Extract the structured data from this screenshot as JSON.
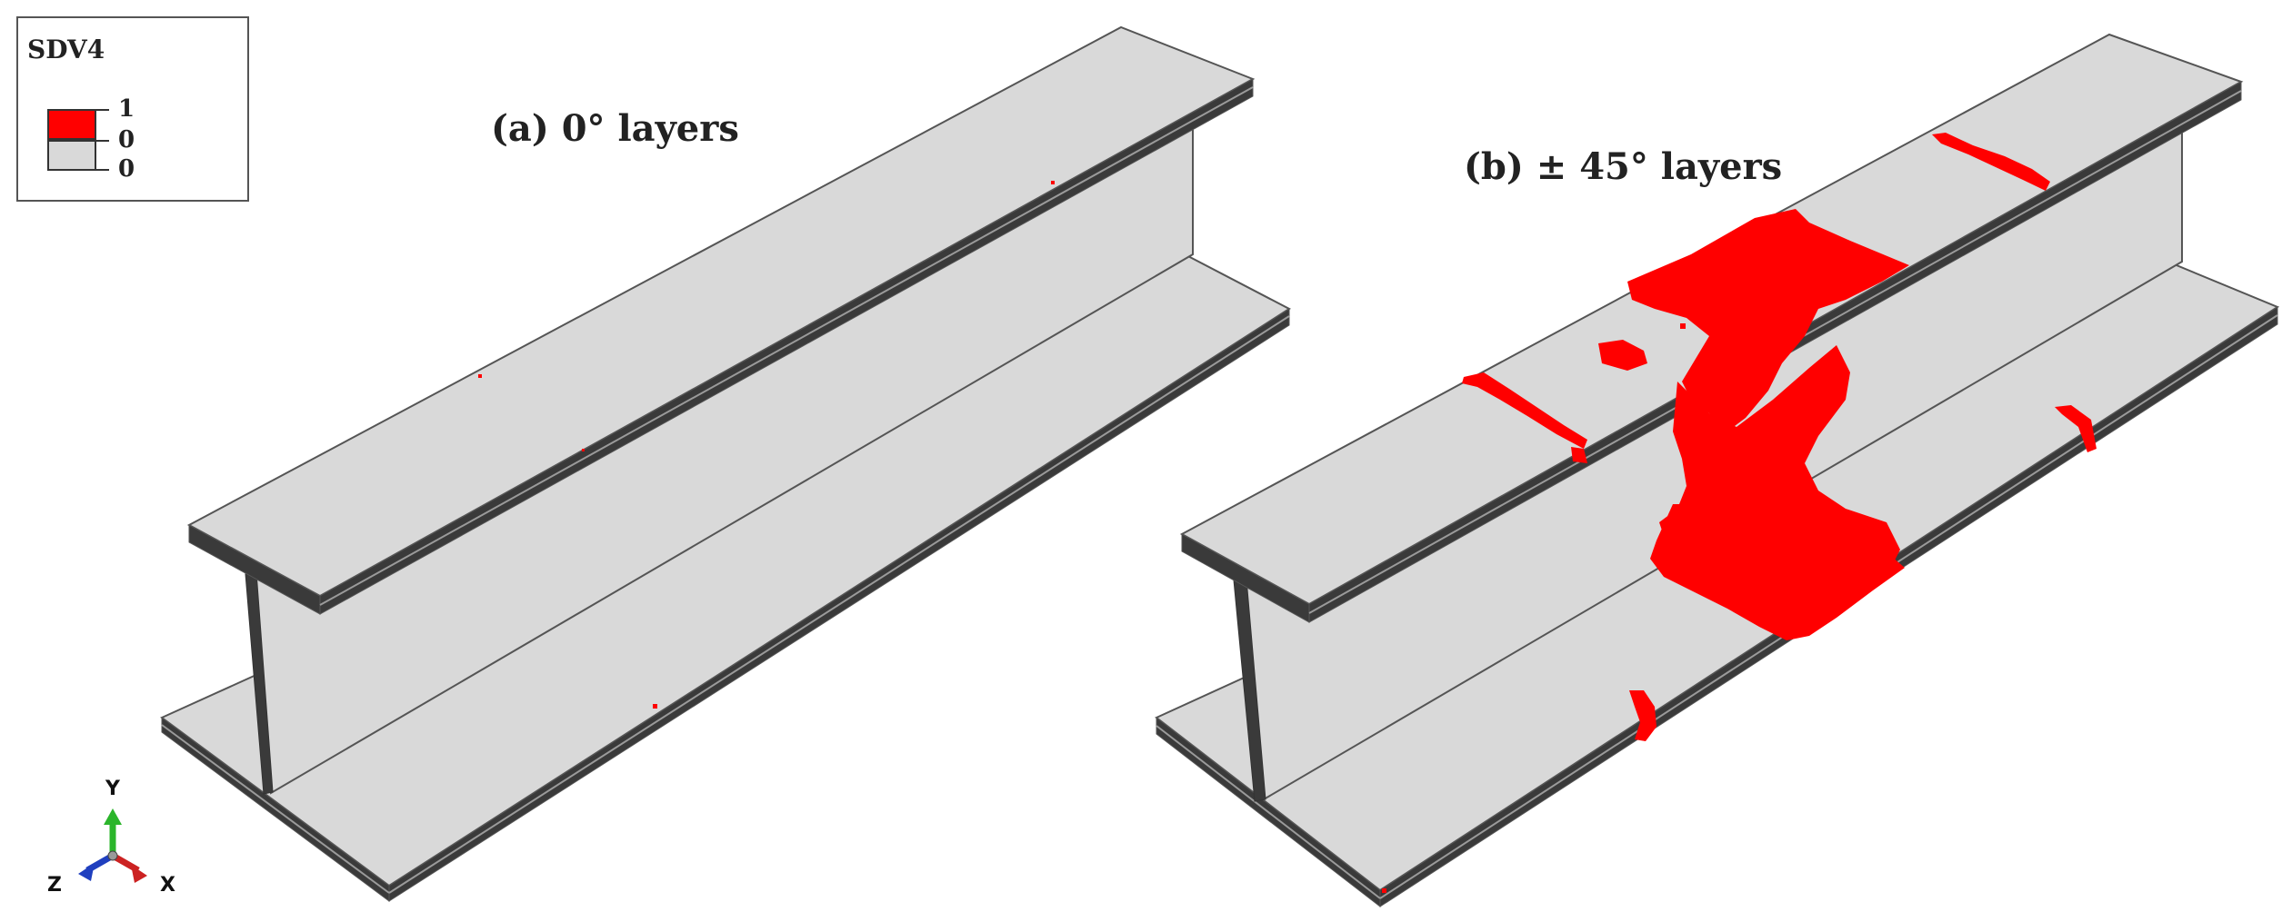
{
  "legend": {
    "title": "SDV4",
    "entries": [
      {
        "label": "1",
        "color": "#ff0000"
      },
      {
        "label": "0",
        "color": "#d9d9d9"
      },
      {
        "label": "0"
      }
    ]
  },
  "captions": {
    "a": "(a)  0° layers",
    "b": "(b) ± 45° layers"
  },
  "triad": {
    "y_label": "Y",
    "z_label": "Z",
    "x_label": "X",
    "colors": {
      "y": "#2bb52b",
      "z": "#1f3fbf",
      "x": "#cc2222"
    }
  },
  "colors": {
    "surface": "#d9d9d9",
    "edge": "#555555",
    "mesh": "#2f2f2f",
    "damage": "#ff0000"
  }
}
